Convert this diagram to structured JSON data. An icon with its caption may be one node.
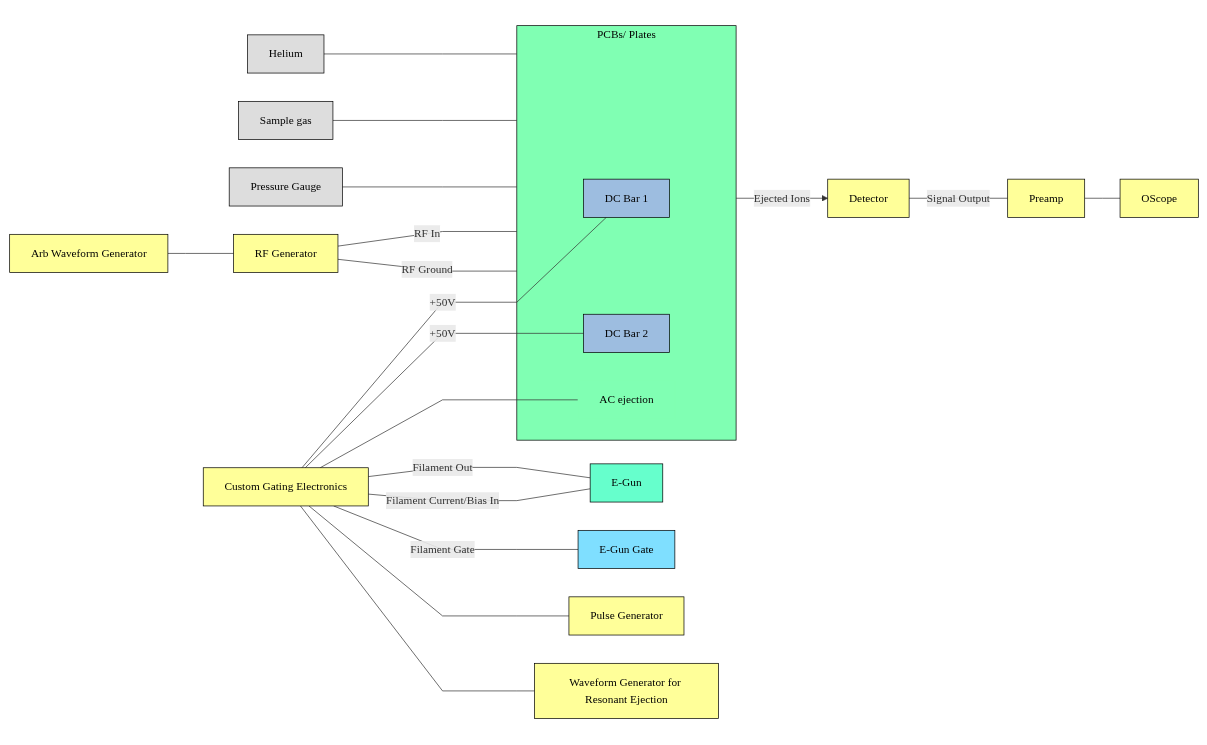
{
  "diagram": {
    "nodes": [
      {
        "text": [
          "Arb Waveform Generator"
        ]
      },
      {
        "text": [
          "RF Generator"
        ]
      },
      {
        "text": [
          "Pressure Gauge"
        ]
      },
      {
        "text": [
          "Sample gas"
        ]
      },
      {
        "text": [
          "Helium"
        ]
      },
      {
        "text": [
          "E-Gun"
        ]
      },
      {
        "text": [
          "E-Gun Gate"
        ]
      },
      {
        "text": [
          "PCBs/ Plates"
        ]
      },
      {
        "text": [
          "DC Bar 1"
        ],
        "in": 7
      },
      {
        "text": [
          "DC Bar 2"
        ],
        "in": 7
      },
      {
        "text": [
          "AC ejection"
        ],
        "in": 7
      },
      {
        "text": [
          "Custom Gating Electronics"
        ]
      },
      {
        "text": [
          "Pulse Generator"
        ]
      },
      {
        "text": [
          "Waveform Generator for Resonant Ejection"
        ]
      },
      {
        "text": [
          "Detector"
        ]
      },
      {
        "text": [
          "Preamp"
        ]
      },
      {
        "text": [
          "OScope"
        ]
      }
    ],
    "edges": [
      {
        "from": 0,
        "to": 1,
        "arrow": "none"
      },
      {
        "from": 1,
        "to": 7,
        "arrow": "none",
        "label": "RF Ground"
      },
      {
        "from": 1,
        "to": 7,
        "arrow": "none",
        "label": "RF In"
      },
      {
        "from": 2,
        "to": 7,
        "arrow": "none"
      },
      {
        "from": 3,
        "to": 7,
        "arrow": "none"
      },
      {
        "from": 4,
        "to": 7,
        "arrow": "none"
      },
      {
        "from": 11,
        "to": 5,
        "arrow": "none",
        "label": "Filament Current/Bias In"
      },
      {
        "from": 11,
        "to": 5,
        "arrow": "none",
        "label": "Filament Out"
      },
      {
        "from": 11,
        "to": 6,
        "arrow": "none",
        "label": "Filament Gate"
      },
      {
        "from": 11,
        "to": 8,
        "arrow": "none",
        "label": "+50V"
      },
      {
        "from": 11,
        "to": 10,
        "arrow": "none"
      },
      {
        "from": 11,
        "to": 9,
        "arrow": "none",
        "label": "+50V"
      },
      {
        "from": 11,
        "to": 12,
        "arrow": "none"
      },
      {
        "from": 11,
        "to": 13,
        "arrow": "none"
      },
      {
        "from": 7,
        "to": 14,
        "arrow": "to",
        "label": "Ejected Ions"
      },
      {
        "from": 14,
        "to": 15,
        "arrow": "none",
        "label": "Signal Output"
      },
      {
        "from": 15,
        "to": 16,
        "arrow": "none"
      }
    ]
  }
}
